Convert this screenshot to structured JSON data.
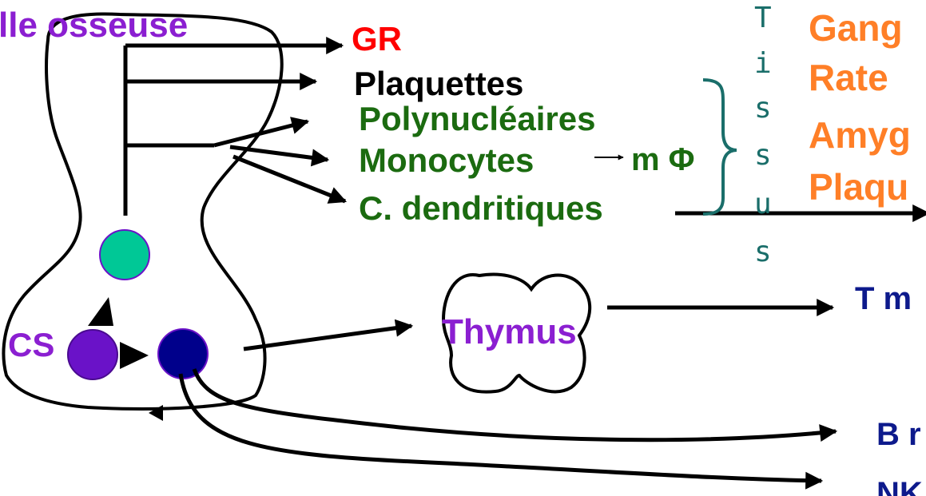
{
  "colors": {
    "purple": "#8b1fd1",
    "red": "#ff0000",
    "black": "#000000",
    "green": "#1b6b10",
    "orange": "#ff7f27",
    "teal": "#1a6e6a",
    "navy": "#0d1a8c",
    "cell_teal": "#00c896",
    "cell_purple": "#6a12c8",
    "cell_navy": "#00008b"
  },
  "labels": {
    "bone_marrow": "lle osseuse",
    "gr": "GR",
    "plaquettes": "Plaquettes",
    "polynucleaires": "Polynucléaires",
    "monocytes": "Monocytes",
    "macrophage": "m Φ",
    "dendritiques": "C. dendritiques",
    "thymus": "Thymus",
    "cs": "CS",
    "t_cells": "T m",
    "b_cells": "B r",
    "nk_cells": "NK"
  },
  "tissus_letters": [
    "T",
    "i",
    "s",
    "s",
    "u",
    "s"
  ],
  "lymphoid_organs": [
    "Gang",
    "Rate",
    "Amyg",
    "Plaqu"
  ]
}
